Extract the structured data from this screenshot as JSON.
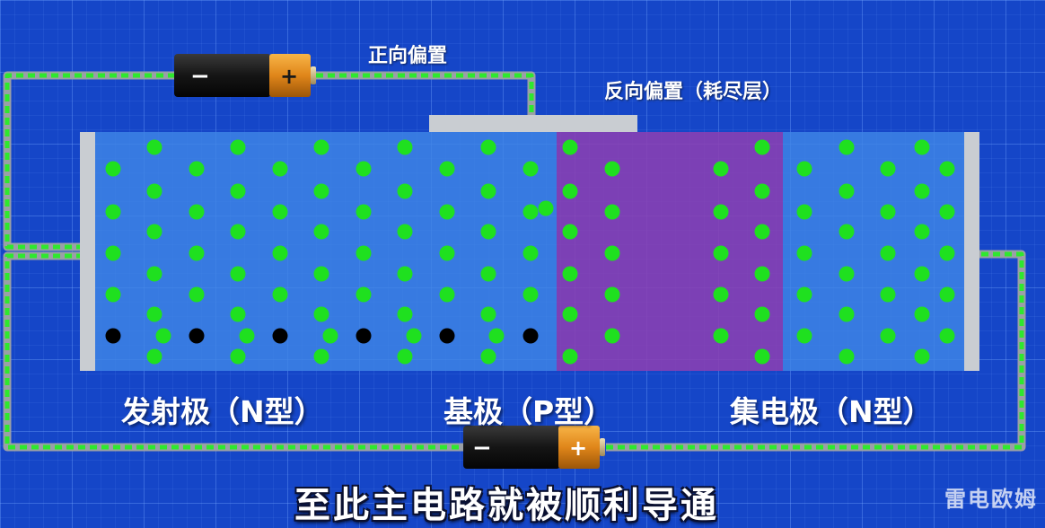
{
  "labels": {
    "forward_bias": "正向偏置",
    "reverse_bias": "反向偏置（耗尽层）",
    "emitter": "发射极（N型）",
    "base": "基极（P型）",
    "collector": "集电极（N型）"
  },
  "subtitle": "至此主电路就被顺利导通",
  "watermark": "雷电欧姆",
  "batteries": [
    {
      "name": "forward-bias-battery",
      "negative": "−",
      "positive": "+"
    },
    {
      "name": "reverse-bias-battery",
      "negative": "−",
      "positive": "+"
    }
  ],
  "colors": {
    "background": "#1546c8",
    "n_region": "#3f86e6",
    "depletion_region": "#8e3fb2",
    "electron": "#1fe01f",
    "hole": "#000000",
    "wire": "#9aa0a6",
    "wire_dash": "#2ee82e",
    "battery_body": "#1a1a1a",
    "battery_cap": "#e08a1e"
  }
}
